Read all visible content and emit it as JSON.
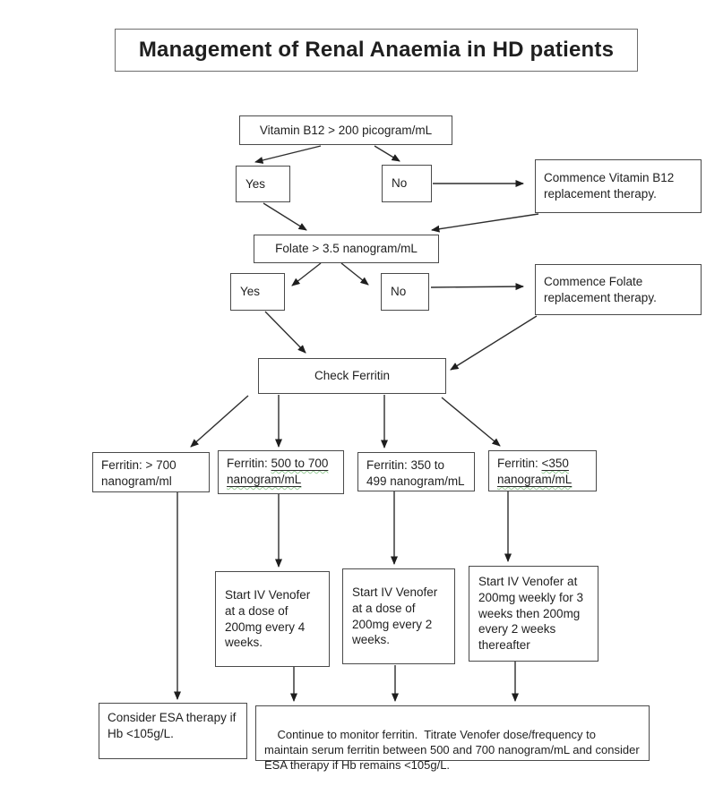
{
  "title": "Management of Renal Anaemia in HD patients",
  "nodes": {
    "b12": "Vitamin B12 > 200 picogram/mL",
    "b12_yes": "Yes",
    "b12_no": "No",
    "b12_commence": "Commence Vitamin B12 replacement therapy.",
    "folate": "Folate > 3.5 nanogram/mL",
    "folate_yes": "Yes",
    "folate_no": "No",
    "folate_commence": "Commence Folate replacement therapy.",
    "check_ferritin": "Check Ferritin",
    "ferritin_high": "Ferritin: > 700 nanogram/ml",
    "ferritin_500_700": {
      "prefix": "Ferritin:",
      "u1": "500 to 700",
      "u2": "nanogram/mL"
    },
    "ferritin_350_499": "Ferritin: 350 to 499 nanogram/mL",
    "ferritin_low": {
      "prefix": "Ferritin:",
      "u1": "<350",
      "u2": "nanogram/mL"
    },
    "venofer_q4": "Start IV Venofer at a dose of 200mg every 4 weeks.",
    "venofer_q2": "Start IV Venofer at a dose of 200mg every 2 weeks.",
    "venofer_weekly": "Start IV Venofer at 200mg weekly for 3 weeks then 200mg every 2 weeks thereafter",
    "esa": "Consider ESA therapy if Hb <105g/L.",
    "monitor": "Continue to monitor ferritin.  Titrate Venofer dose/frequency to maintain serum ferritin between 500 and 700 nanogram/mL and consider ESA therapy if Hb remains <105g/L."
  },
  "colors": {
    "background": "#ffffff",
    "box_border": "#4a4a4a",
    "text": "#1f1f1f",
    "arrow": "#2e2e2e",
    "underline_squiggle": "#9ccf9c"
  }
}
